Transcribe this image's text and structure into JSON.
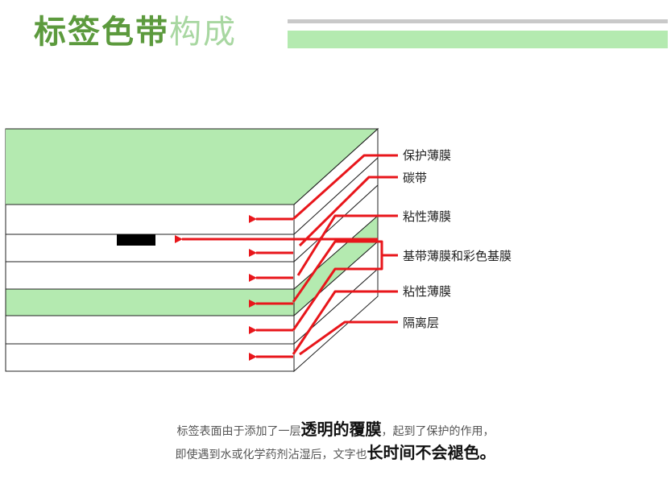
{
  "header": {
    "title_bold": "标签色带",
    "title_light": "构成"
  },
  "diagram": {
    "colors": {
      "green": "#b4eab0",
      "arrow_red": "#e8161b",
      "outline": "#222222",
      "black_block": "#000000"
    },
    "labels": {
      "protective_film": "保护薄膜",
      "ribbon": "碳带",
      "adhesive_1": "粘性薄膜",
      "base_film": "基带薄膜和彩色基膜",
      "adhesive_2": "粘性薄膜",
      "release_layer": "隔离层"
    }
  },
  "caption": {
    "line1_a": "标签表面由于添加了一层",
    "line1_em": "透明的覆膜",
    "line1_b": "，起到了保护的作用，",
    "line2_a": "即使遇到水或化学药剂沾湿后，文字也",
    "line2_em": "长时间不会褪色。"
  }
}
